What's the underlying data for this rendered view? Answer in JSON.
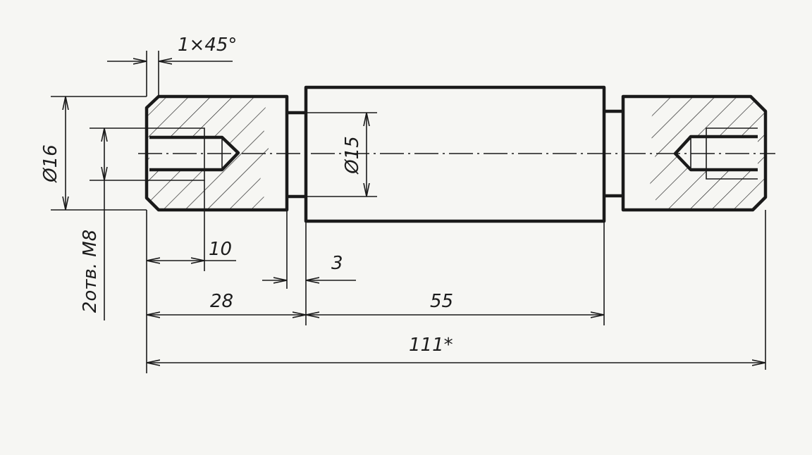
{
  "drawing": {
    "chamfer_label": "1×45°",
    "left_diameter_label": "Ø16",
    "center_diameter_label": "Ø15",
    "holes_label": "2отв. М8",
    "thread_depth_label": "10",
    "groove_label": "3",
    "left_length_label": "28",
    "center_length_label": "55",
    "total_length_label": "111*"
  }
}
